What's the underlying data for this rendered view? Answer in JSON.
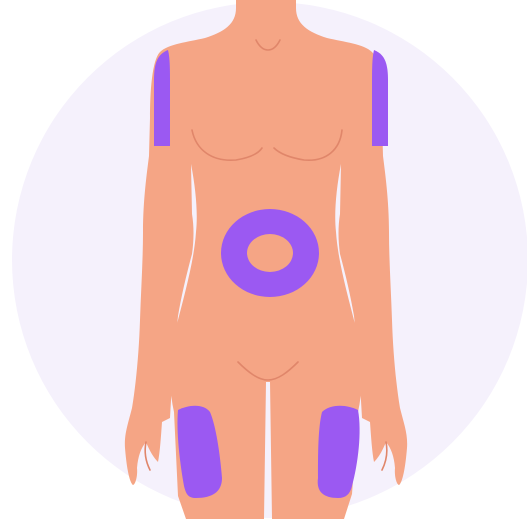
{
  "colors": {
    "background": "#ffffff",
    "circle": "#f5f1fc",
    "skin": "#f5a585",
    "skin_line": "#e0866a",
    "injection_site": "#9b59f2"
  },
  "illustration": {
    "subject": "female-body-front",
    "injection_sites": [
      "left-upper-arm",
      "right-upper-arm",
      "abdomen",
      "left-thigh",
      "right-thigh"
    ]
  }
}
